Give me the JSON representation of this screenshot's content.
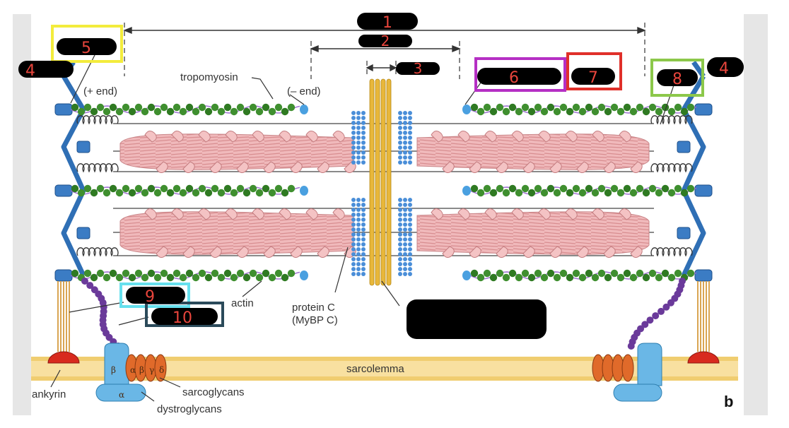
{
  "labels": {
    "plus_end": "(+ end)",
    "tropomyosin": "tropomyosin",
    "minus_end": "(– end)",
    "actin": "actin",
    "protein_c_line1": "protein C",
    "protein_c_line2": "(MyBP C)",
    "sarcolemma": "sarcolemma",
    "ankyrin": "ankyrin",
    "sarcoglycans": "sarcoglycans",
    "dystroglycans": "dystroglycans",
    "panel_letter": "b"
  },
  "protein_letters": {
    "dystroglycan_beta": "β",
    "dystroglycan_alpha": "α",
    "sarcoglycan_alpha": "α",
    "sarcoglycan_beta": "β",
    "sarcoglycan_gamma": "γ",
    "sarcoglycan_delta": "δ"
  },
  "markers": {
    "m1": "1",
    "m2": "2",
    "m3": "3",
    "m4_left": "4",
    "m4_right": "4",
    "m5": "5",
    "m6": "6",
    "m7": "7",
    "m8": "8",
    "m9": "9",
    "m10": "10"
  },
  "colors": {
    "z_disk_blue": "#2f6fb5",
    "actin_green": "#3f8f2f",
    "myosin_pink": "#e8a6a8",
    "myosin_binding_blue": "#4a8ed8",
    "titin_yellow": "#e8b73a",
    "sarcolemma_yellow": "#f5d78a",
    "sarcoglycan_orange": "#e06a2a",
    "dystroglycan_blue": "#6ab7e6",
    "ankyrin_red": "#d82a1e",
    "dystrophin_purple": "#6a3a9a",
    "marker_red": "#e8453c",
    "box_yellow": "#f3ec3c",
    "box_purple": "#b52fc4",
    "box_red": "#e0302a",
    "box_green": "#8cc84a",
    "box_cyan": "#66e0ee",
    "box_darkteal": "#2b4a5a"
  }
}
